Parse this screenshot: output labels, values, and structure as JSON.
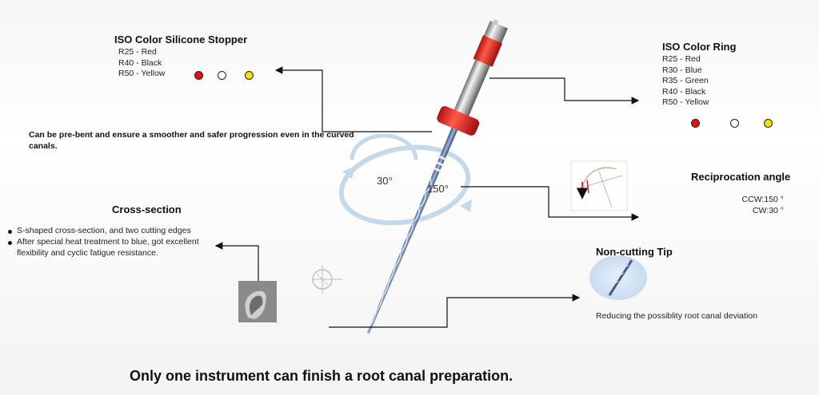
{
  "stopper": {
    "title": "ISO Color Silicone Stopper",
    "items": [
      "R25 - Red",
      "R40 - Black",
      "R50 - Yellow"
    ],
    "colors": [
      "#e81010",
      "#ffffff",
      "#f2e600"
    ]
  },
  "ring": {
    "title": "ISO Color Ring",
    "items": [
      "R25 - Red",
      "R30 - Blue",
      "R35 - Green",
      "R40 - Black",
      "R50 - Yellow"
    ],
    "colors": [
      "#e81010",
      "#ffffff",
      "#f2e600"
    ]
  },
  "prebent": "Can be pre-bent and ensure a smoother and safer progression even in the curved canals.",
  "reciprocation": {
    "title": "Reciprocation angle",
    "ccw": "CCW:150 °",
    "cw": "CW:30 °",
    "label_small": "30°",
    "label_large": "150°"
  },
  "cross_section": {
    "title": "Cross-section",
    "bullets": [
      "S-shaped cross-section, and two cutting edges",
      "After special heat treatment to blue, got excellent flexibility and cyclic fatigue resistance."
    ]
  },
  "tip": {
    "title": "Non-cutting Tip",
    "desc": "Reducing the possiblity root canal deviation"
  },
  "footer": "Only one instrument can finish a root canal preparation."
}
